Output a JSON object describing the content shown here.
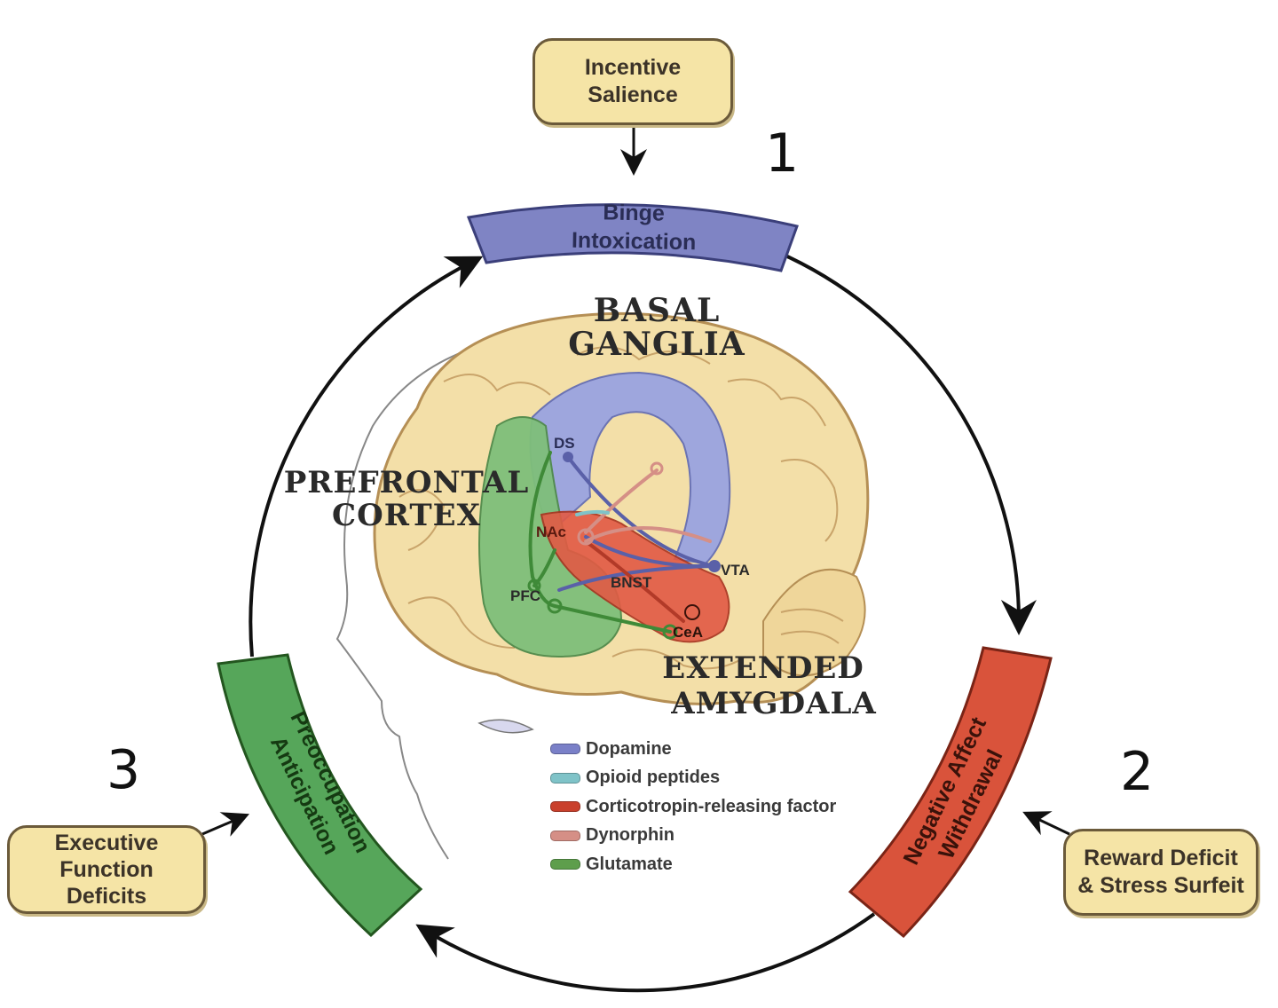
{
  "stages": [
    {
      "number": "1",
      "label": "Binge\nIntoxication",
      "color": "#7f84c4"
    },
    {
      "number": "2",
      "label": "Negative Affect\nWithdrawal",
      "color": "#d9533b"
    },
    {
      "number": "3",
      "label": "Preoccupation\nAnticipation",
      "color": "#56a65a"
    }
  ],
  "inputs": {
    "incentive_salience": "Incentive\nSalience",
    "reward_deficit": "Reward Deficit\n& Stress Surfeit",
    "executive_function": "Executive\nFunction\nDeficits"
  },
  "regions": {
    "basal_ganglia_1": "BASAL",
    "basal_ganglia_2": "GANGLIA",
    "prefrontal_1": "PREFRONTAL",
    "prefrontal_2": "CORTEX",
    "extended_1": "EXTENDED",
    "extended_2": "AMYGDALA"
  },
  "structures": {
    "ds": "DS",
    "nac": "NAc",
    "vta": "VTA",
    "bnst": "BNST",
    "pfc": "PFC",
    "cea": "CeA"
  },
  "legend": [
    {
      "label": "Dopamine",
      "color": "#7a80c8"
    },
    {
      "label": "Opioid peptides",
      "color": "#7fc3c8"
    },
    {
      "label": "Corticotropin-releasing factor",
      "color": "#c9402c"
    },
    {
      "label": "Dynorphin",
      "color": "#d58f86"
    },
    {
      "label": "Glutamate",
      "color": "#5e9e4c"
    }
  ],
  "colors": {
    "brain": "#f3dfa8",
    "brain_outline": "#b58f55",
    "basal_ganglia": "#9ea6dd",
    "prefrontal": "#7fbf7a",
    "amygdala": "#e25a45",
    "input_box": "#f5e4a6",
    "cycle_arrow": "#111111"
  }
}
